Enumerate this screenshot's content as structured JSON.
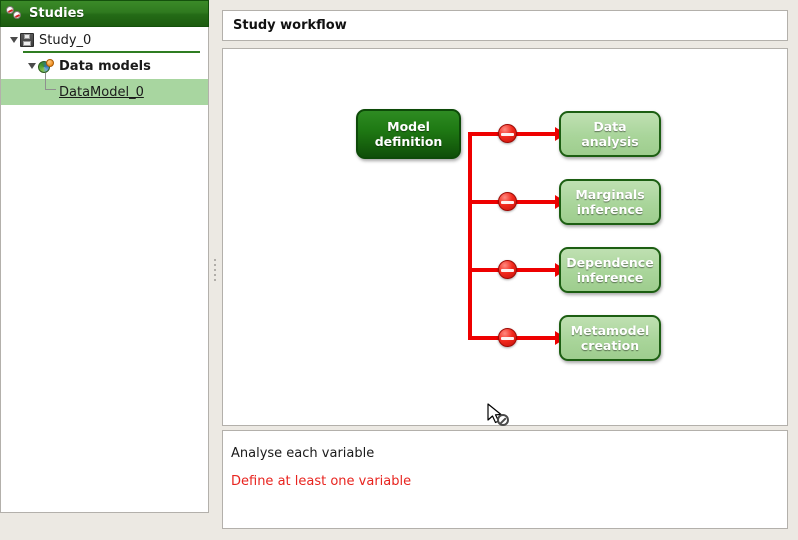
{
  "sidebar": {
    "header": {
      "title": "Studies",
      "icon": "studies-balls-icon"
    },
    "tree": [
      {
        "label": "Study_0",
        "icon": "floppy-disk-icon",
        "expanded": true,
        "selected": false,
        "depth": 0
      },
      {
        "label": "Data models",
        "icon": "data-models-pie-icon",
        "expanded": true,
        "selected": false,
        "depth": 1
      },
      {
        "label": "DataModel_0",
        "icon": "none",
        "expanded": false,
        "selected": true,
        "depth": 2
      }
    ]
  },
  "header": {
    "title": "Study workflow"
  },
  "workflow": {
    "source": {
      "label_line1": "Model",
      "label_line2": "definition"
    },
    "targets": [
      {
        "label_line1": "Data",
        "label_line2": "analysis",
        "blocked": true,
        "block_icon": "no-entry-icon"
      },
      {
        "label_line1": "Marginals",
        "label_line2": "inference",
        "blocked": true,
        "block_icon": "no-entry-icon"
      },
      {
        "label_line1": "Dependence",
        "label_line2": "inference",
        "blocked": true,
        "block_icon": "no-entry-icon"
      },
      {
        "label_line1": "Metamodel",
        "label_line2": "creation",
        "blocked": true,
        "block_icon": "no-entry-icon"
      }
    ]
  },
  "messages": [
    {
      "text": "Analyse each variable",
      "severity": "info"
    },
    {
      "text": "Define at least one variable",
      "severity": "error"
    }
  ],
  "colors": {
    "header_green": "#2f7a1f",
    "node_dark_green": "#1f7a14",
    "node_light_green": "#a9d59a",
    "node_border_green": "#1c5e12",
    "arrow_red": "#ee0000",
    "error_red": "#e8241f",
    "selection_green": "#a8d6a0",
    "window_bg": "#ECE9E3",
    "panel_border": "#b3b0ab"
  },
  "cursor": {
    "icon": "pointer-no-drop-icon"
  }
}
